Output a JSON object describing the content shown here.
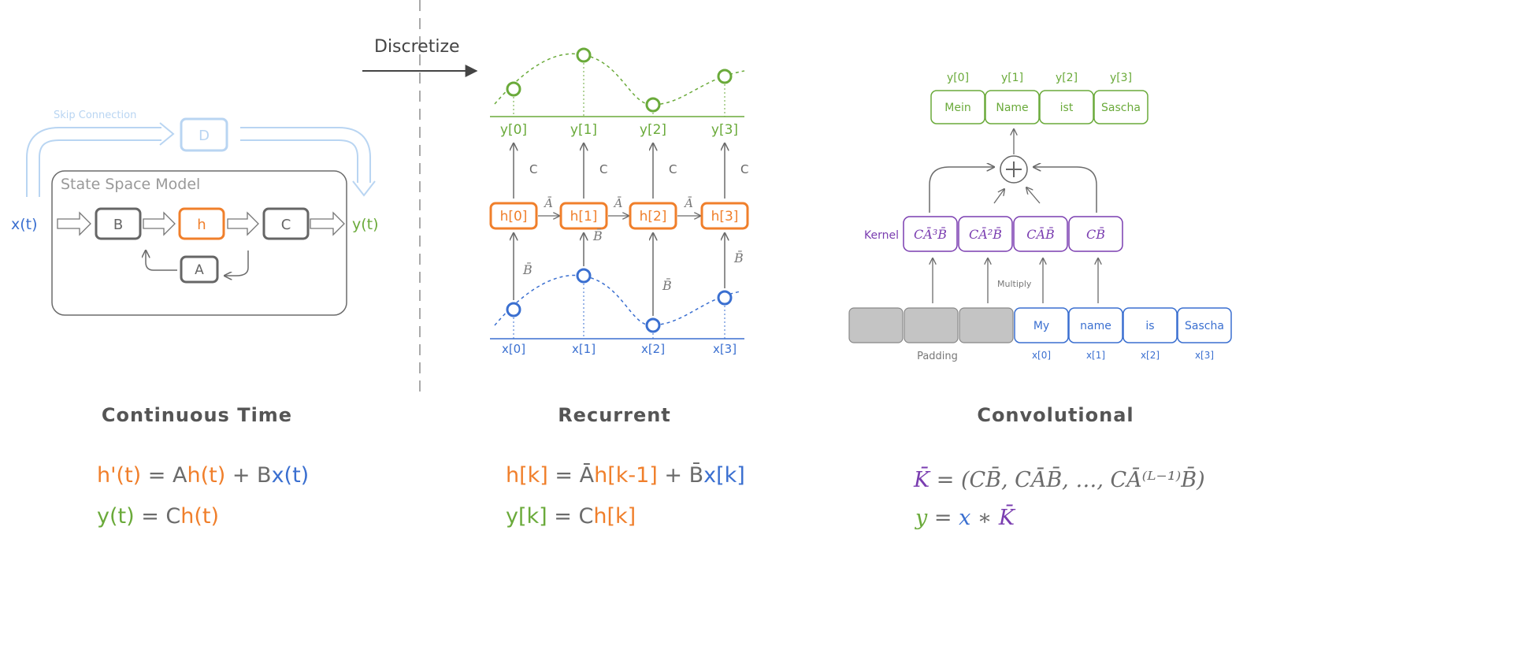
{
  "colors": {
    "blue": "#3a6fd0",
    "orange": "#f07f2b",
    "green": "#6aaa3a",
    "purple": "#7a3db0",
    "grey": "#6b6b6b",
    "light_blue": "#b9d5f2",
    "padding": "#c4c4c4"
  },
  "continuous": {
    "skip_label": "Skip Connection",
    "d_label": "D",
    "ssm_label": "State Space Model",
    "input": "x(t)",
    "output": "y(t)",
    "b_label": "B",
    "h_label": "h",
    "c_label": "C",
    "a_label": "A",
    "title": "Continuous Time",
    "equations": [
      [
        {
          "t": "h'(t)",
          "c": "orange"
        },
        {
          "t": " = A",
          "c": "grey"
        },
        {
          "t": "h(t)",
          "c": "orange"
        },
        {
          "t": " + B",
          "c": "grey"
        },
        {
          "t": "x(t)",
          "c": "blue"
        }
      ],
      [
        {
          "t": "y(t)",
          "c": "green"
        },
        {
          "t": " = C",
          "c": "grey"
        },
        {
          "t": "h(t)",
          "c": "orange"
        }
      ]
    ]
  },
  "discretize_label": "Discretize",
  "recurrent": {
    "outputs": [
      "y[0]",
      "y[1]",
      "y[2]",
      "y[3]"
    ],
    "states": [
      "h[0]",
      "h[1]",
      "h[2]",
      "h[3]"
    ],
    "inputs": [
      "x[0]",
      "x[1]",
      "x[2]",
      "x[3]"
    ],
    "c_label": "C",
    "a_label": "Ā",
    "b_label": "B̄",
    "title": "Recurrent",
    "equations": [
      [
        {
          "t": "h[k]",
          "c": "orange"
        },
        {
          "t": " = Ā",
          "c": "grey"
        },
        {
          "t": "h[k-1]",
          "c": "orange"
        },
        {
          "t": " + B̄",
          "c": "grey"
        },
        {
          "t": "x[k]",
          "c": "blue"
        }
      ],
      [
        {
          "t": "y[k]",
          "c": "green"
        },
        {
          "t": " = C",
          "c": "grey"
        },
        {
          "t": "h[k]",
          "c": "orange"
        }
      ]
    ]
  },
  "convolutional": {
    "output_labels": [
      "y[0]",
      "y[1]",
      "y[2]",
      "y[3]"
    ],
    "outputs": [
      "Mein",
      "Name",
      "ist",
      "Sascha"
    ],
    "kernel_label": "Kernel",
    "kernel": [
      "CĀ³B̄",
      "CĀ²B̄",
      "CĀB̄",
      "CB̄"
    ],
    "multiply_label": "Multiply",
    "padding_label": "Padding",
    "inputs": [
      "My",
      "name",
      "is",
      "Sascha"
    ],
    "input_labels": [
      "x[0]",
      "x[1]",
      "x[2]",
      "x[3]"
    ],
    "title": "Convolutional",
    "equations": [
      [
        {
          "t": "K̄",
          "c": "purple"
        },
        {
          "t": " = (CB̄, CĀB̄, …, CĀ⁽ᴸ⁻¹⁾B̄)",
          "c": "grey"
        }
      ],
      [
        {
          "t": "y",
          "c": "green"
        },
        {
          "t": " = ",
          "c": "grey"
        },
        {
          "t": "x",
          "c": "blue"
        },
        {
          "t": " ∗ ",
          "c": "grey"
        },
        {
          "t": "K̄",
          "c": "purple"
        }
      ]
    ]
  }
}
